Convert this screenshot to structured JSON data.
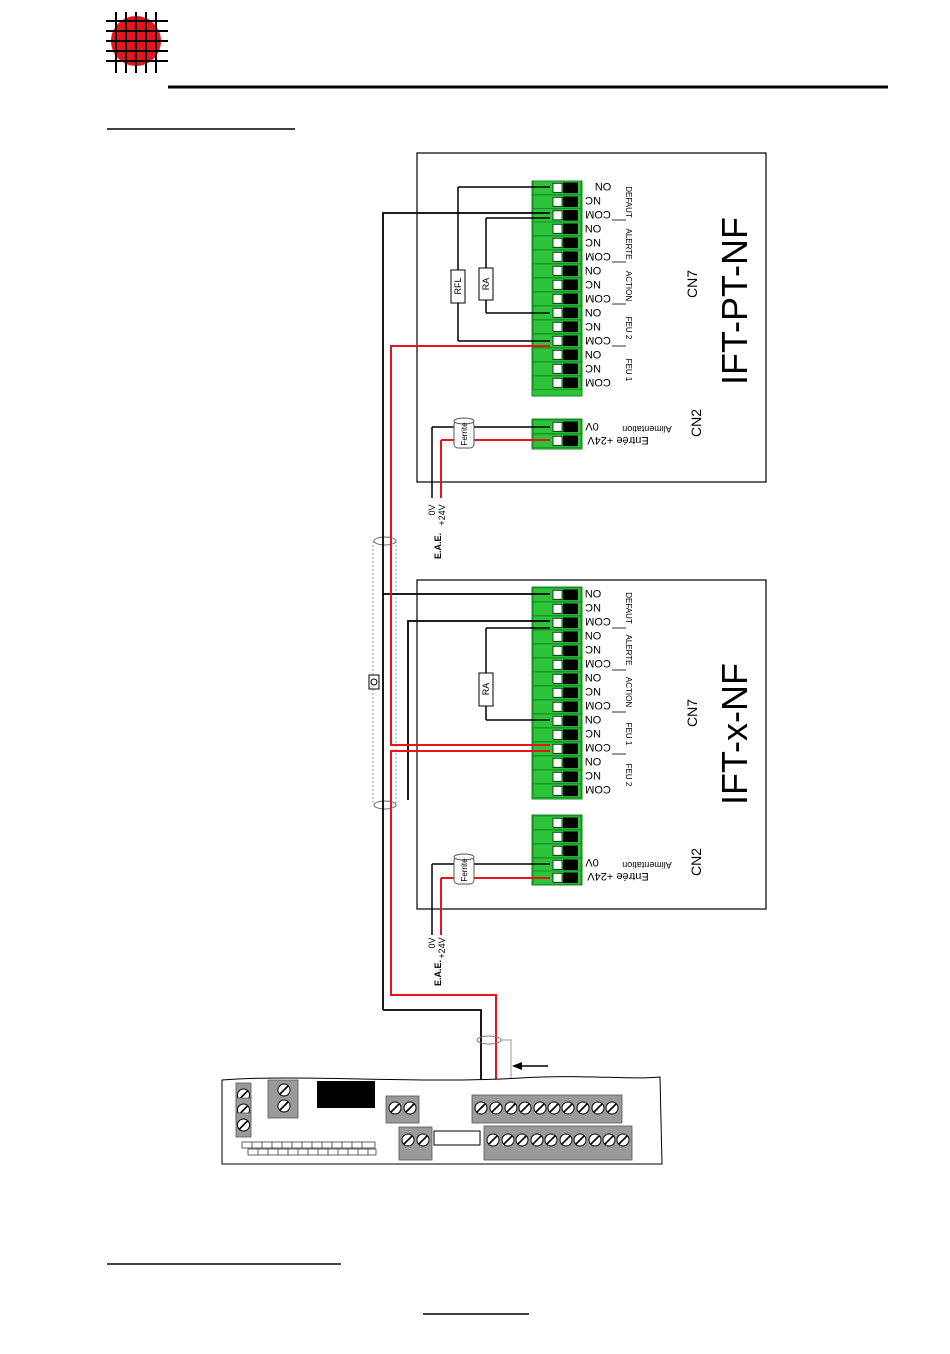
{
  "colors": {
    "accent_red": "#e8141c",
    "connector_green": "#2ec43a",
    "wire_black": "#000000",
    "wire_red": "#e8141c",
    "board_grey": "#9a9a9a"
  },
  "icons": [
    "company-logo-icon"
  ],
  "panel_top": {
    "title": "IFT-PT-NF",
    "cn7_label": "CN7",
    "cn2_label": "CN2",
    "terminals": [
      "ON",
      "NC",
      "COM",
      "ON",
      "NC",
      "COM",
      "ON",
      "NC",
      "COM",
      "ON",
      "NC",
      "COM",
      "ON",
      "NC",
      "COM"
    ],
    "groups": [
      "DEFAUT",
      "ALERTE",
      "ACTION",
      "FEU 2",
      "FEU 1"
    ],
    "power_terminals": [
      "0V",
      "Entrée +24V"
    ],
    "power_group": "Alimentation",
    "ferrite": "Ferrite",
    "resistor_1": "RFL",
    "resistor_2": "RA",
    "supply_0v": "0V",
    "supply_24v": "+24V",
    "supply_source": "E.A.E."
  },
  "panel_bottom": {
    "title": "IFT-x-NF",
    "cn7_label": "CN7",
    "cn2_label": "CN2",
    "terminals": [
      "ON",
      "NC",
      "COM",
      "ON",
      "NC",
      "COM",
      "ON",
      "NC",
      "COM",
      "ON",
      "NC",
      "COM",
      "ON",
      "NC",
      "COM"
    ],
    "groups": [
      "DEFAUT",
      "ALERTE",
      "ACTION",
      "FEU 1",
      "FEU 2"
    ],
    "power_terminals": [
      "0V",
      "Entrée +24V"
    ],
    "power_group": "Alimentation",
    "ferrite": "Ferrite",
    "resistor": "RA",
    "supply_0v": "0V",
    "supply_24v": "+24V",
    "supply_source": "E.A.E."
  }
}
